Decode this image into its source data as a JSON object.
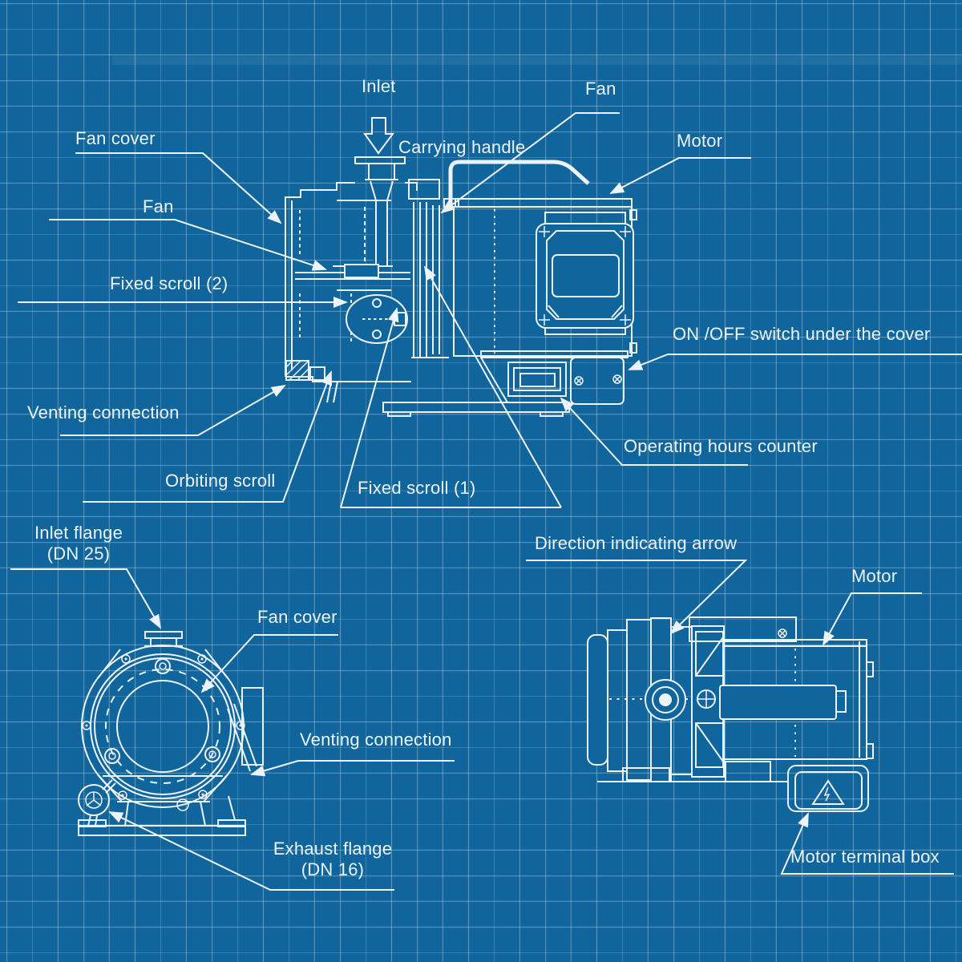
{
  "colors": {
    "background": "#10659c",
    "grid_line": "rgba(210,232,244,0.35)",
    "drawing_line": "#edf4f9"
  },
  "views": {
    "side_section": {
      "labels": {
        "inlet": "Inlet",
        "carrying_handle": "Carrying handle",
        "fan_cover": "Fan cover",
        "fan_left": "Fan",
        "fan_top": "Fan",
        "motor": "Motor",
        "fixed_scroll_2": "Fixed scroll (2)",
        "on_off_switch": "ON /OFF switch under the cover",
        "venting_connection": "Venting connection",
        "operating_hours": "Operating hours counter",
        "orbiting_scroll": "Orbiting scroll",
        "fixed_scroll_1": "Fixed scroll (1)"
      }
    },
    "front": {
      "labels": {
        "inlet_flange_line1": "Inlet flange",
        "inlet_flange_line2": "(DN 25)",
        "fan_cover": "Fan cover",
        "venting_connection": "Venting connection",
        "exhaust_flange_line1": "Exhaust flange",
        "exhaust_flange_line2": "(DN 16)"
      }
    },
    "side_right": {
      "labels": {
        "direction_arrow": "Direction indicating arrow",
        "motor": "Motor",
        "terminal_box": "Motor terminal box"
      }
    }
  }
}
